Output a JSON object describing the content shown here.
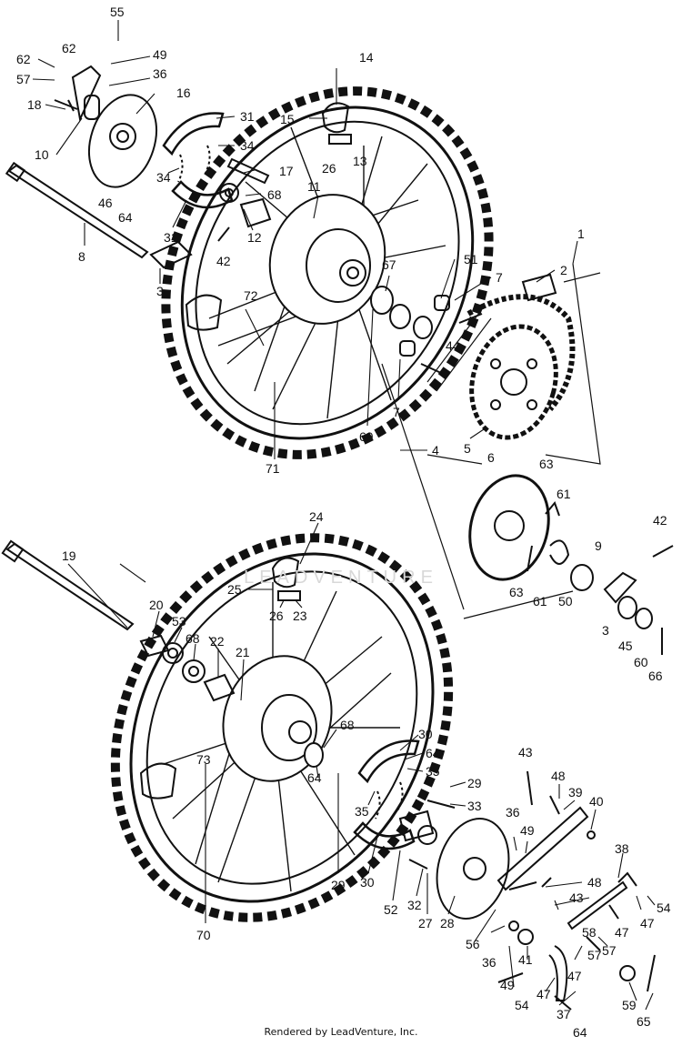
{
  "footer": "Rendered by LeadVenture, Inc.",
  "watermark": "LEADVENTURE",
  "callouts": {
    "c1": "1",
    "c2": "2",
    "c3a": "3",
    "c3b": "3",
    "c4": "4",
    "c5": "5",
    "c6": "6",
    "c7a": "7",
    "c7b": "7",
    "c8": "8",
    "c9": "9",
    "c10": "10",
    "c11": "11",
    "c12": "12",
    "c13": "13",
    "c14": "14",
    "c15": "15",
    "c16": "16",
    "c17": "17",
    "c18": "18",
    "c19": "19",
    "c20": "20",
    "c21": "21",
    "c22": "22",
    "c23": "23",
    "c24": "24",
    "c25": "25",
    "c26a": "26",
    "c26b": "26",
    "c27": "27",
    "c28": "28",
    "c29a": "29",
    "c29b": "29",
    "c30a": "30",
    "c30b": "30",
    "c31a": "31",
    "c31b": "31",
    "c32": "32",
    "c33": "33",
    "c34a": "34",
    "c34b": "34",
    "c35a": "35",
    "c35b": "35",
    "c36a": "36",
    "c36b": "36",
    "c36c": "36",
    "c37": "37",
    "c38": "38",
    "c39": "39",
    "c40": "40",
    "c41": "41",
    "c42a": "42",
    "c42b": "42",
    "c43a": "43",
    "c43b": "43",
    "c44": "44",
    "c45": "45",
    "c46": "46",
    "c47a": "47",
    "c47b": "47",
    "c47c": "47",
    "c47d": "47",
    "c48a": "48",
    "c48b": "48",
    "c49a": "49",
    "c49b": "49",
    "c49c": "49",
    "c50": "50",
    "c51": "51",
    "c52": "52",
    "c53": "53",
    "c54a": "54",
    "c54b": "54",
    "c55": "55",
    "c56": "56",
    "c57a": "57",
    "c57b": "57",
    "c57c": "57",
    "c58": "58",
    "c59": "59",
    "c60": "60",
    "c61a": "61",
    "c61b": "61",
    "c62a": "62",
    "c62b": "62",
    "c63a": "63",
    "c63b": "63",
    "c64a": "64",
    "c64b": "64",
    "c64c": "64",
    "c64d": "64",
    "c65": "65",
    "c66": "66",
    "c67": "67",
    "c68a": "68",
    "c68b": "68",
    "c68c": "68",
    "c69": "69",
    "c70": "70",
    "c71": "71",
    "c72": "72",
    "c73": "73"
  }
}
